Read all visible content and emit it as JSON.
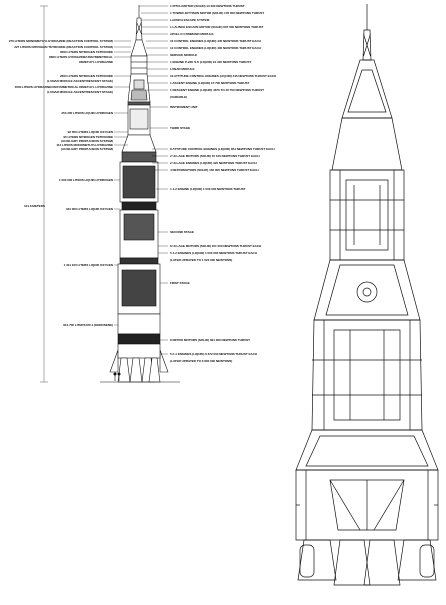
{
  "diagram": {
    "left_panel": {
      "height_label": "101.6 METERS",
      "right_callouts": [
        "1 PITCH MOTOR (SOLID) 13 300 NEWTONS THRUST",
        "1 TOWER JETTISON MOTOR (SOLID) 178 000 NEWTONS THRUST",
        "LAUNCH ESCAPE SYSTEM",
        "1 LAUNCH ESCAPE MOTOR (SOLID) 667 000 NEWTONS THRUST",
        "APOLLO COMMAND MODULE",
        "16 CONTROL ENGINES (LIQUID) 445 NEWTONS THRUST EACH",
        "12 CONTROL ENGINES (LIQUID) 400 NEWTONS THRUST EACH",
        "SERVICE MODULE",
        "1 ENGINE P-22K S.S (LIQUID) 91 400 NEWTONS THRUST",
        "LUNAR MODULE",
        "16 ATTITUDE CONTROL ENGINES (LIQUID) 445 NEWTONS THRUST EACH",
        "1 ASCENT ENGINE (LIQUID) 15 700 NEWTONS THRUST",
        "1 DESCENT ENGINE (LIQUID) 4670 TO 46 700 NEWTONS THRUST",
        "(VARIABLE)",
        "INSTRUMENT UNIT",
        "THIRD STAGE",
        "8 ATTITUDE CONTROL ENGINES (LIQUID) 654 NEWTONS THRUST EACH",
        "2 ULLAGE MOTORS (SOLID) 15 100 NEWTONS THRUST EACH",
        "2 ULLAGE ENGINES (LIQUID) 320 NEWTONS THRUST EACH",
        "4 RETROMOTORS (SOLID) 150 000 NEWTONS THRUST EACH",
        "1 J-2 ENGINE (LIQUID) 1 000 000 NEWTONS THRUST",
        "SECOND STAGE",
        "8 ULLAGE MOTORS (SOLID) 101 000 NEWTONS THRUST EACH",
        "5 J-2 ENGINES (LIQUID) 1 000 000 NEWTONS THRUST EACH",
        "(LATER UPRATED TO 1 023 000 NEWTONS)",
        "FIRST STAGE",
        "8 RETRO MOTORS (SOLID) 391 000 NEWTONS THRUST",
        "5 F-1 ENGINES (LIQUID) 6 672 000 NEWTONS THRUST EACH",
        "(LATER UPRATED TO 6 800 000 NEWTONS)"
      ],
      "left_callouts": [
        "276 LITERS MONOMETHYLHYDRAZINE (REACTION CONTROL SYSTEM)",
        "227 LITERS NITROGEN TETROXIDE (REACTION CONTROL SYSTEM)",
        "9500 LITERS NITROGEN TETROXIDE",
        "8600 LITERS HYDRAZINE/UNSYMMETRICAL",
        "DIMETHYL HYDRAZINE",
        "2600 LITERS NITROGEN TETROXIDE",
        "(LUNAR MODULE ASCENT/DESCENT STAGE)",
        "4500 LITERS HYDRAZINE/UNSYMMETRICAL DIMETHYL HYDRAZINE",
        "(LUNAR MODULE ASCENT/DESCENT STAGE)",
        "253 200 LITERS LIQUID HYDROGEN",
        "92 350 LITERS LIQUID OXYGEN",
        "95 LITERS NITROGEN TETROXIDE",
        "(AUXILIARY PROPULSION SYSTEM)",
        "114 LITERS MONOMETHYLHYDRAZINE",
        "(AUXILIARY PROPULSION SYSTEM)",
        "1 000 000 LITERS LIQUID HYDROGEN",
        "331 000 LITERS LIQUID OXYGEN",
        "1 311 100 LITERS LIQUID OXYGEN",
        "810 700 LITERS RP-1 (KEROSENE)"
      ]
    }
  }
}
